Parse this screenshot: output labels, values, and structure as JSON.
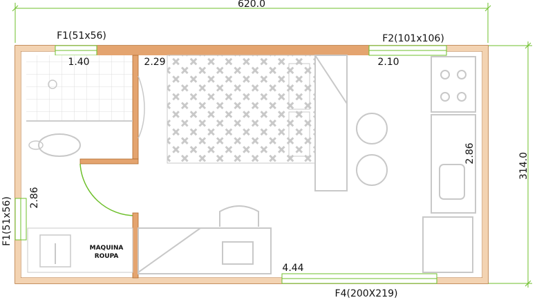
{
  "dimensions": {
    "overall_width": "620.0",
    "overall_height": "314.0"
  },
  "windows": {
    "f1_top": "F1(51x56)",
    "f2": "F2(101x106)",
    "f1_left": "F1(51x56)",
    "f4": "F4(200X219)"
  },
  "room_labels": {
    "bath_width": "1.40",
    "bath_door": "2.29",
    "top_right": "2.10",
    "left_height": "2.86",
    "kitchen_height": "2.86",
    "bottom_width": "4.44"
  },
  "fixtures": {
    "laundry_line1": "MAQUINA",
    "laundry_line2": "ROUPA"
  },
  "colors": {
    "wall": "#e4a46f",
    "wall_outline": "#b06a2a",
    "dimension": "#6dbf2a",
    "furniture": "#c8c8c8",
    "bath_tile": "#dcdcdc"
  }
}
